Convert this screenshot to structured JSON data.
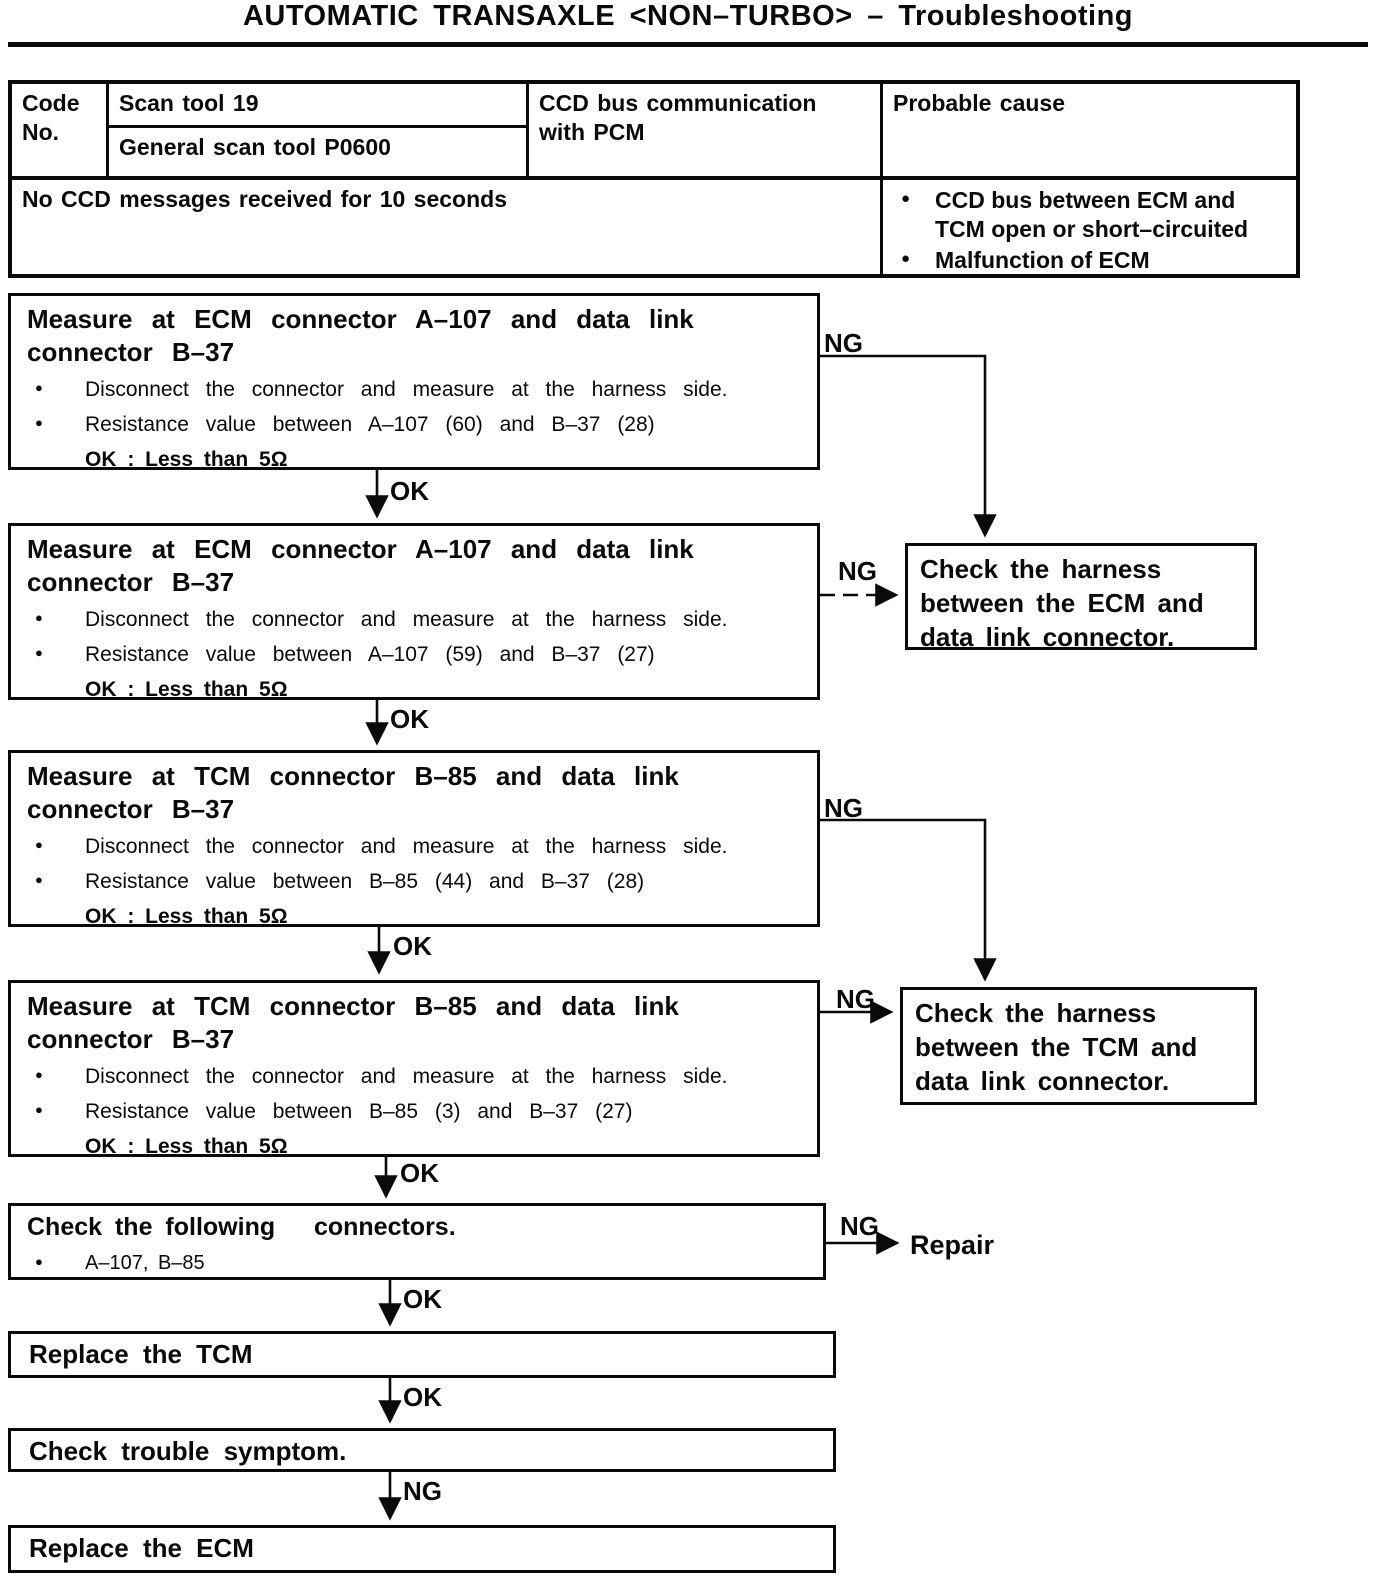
{
  "page": {
    "title": "AUTOMATIC TRANSAXLE <NON–TURBO> – Troubleshooting"
  },
  "dtc_table": {
    "code_label": "Code No.",
    "scan_tool": "Scan tool 19",
    "general_scan_tool": "General scan tool P0600",
    "description": "CCD bus communication with PCM",
    "probable_cause_header": "Probable cause",
    "condition": "No CCD messages received for 10 seconds",
    "probable_causes": [
      "CCD bus between ECM and TCM open or short–circuited",
      "Malfunction of ECM"
    ]
  },
  "flowchart": {
    "labels": {
      "ok": "OK",
      "ng": "NG"
    },
    "steps": [
      {
        "title": "Measure at ECM connector A–107 and data link connector B–37",
        "bullets": [
          "Disconnect the connector and measure at the harness side.",
          "Resistance value between A–107 (60) and B–37 (28)"
        ],
        "ok_condition": "OK : Less than 5Ω"
      },
      {
        "title": "Measure at ECM connector A–107 and data link connector B–37",
        "bullets": [
          "Disconnect the connector and measure at the harness side.",
          "Resistance value between A–107 (59) and B–37 (27)"
        ],
        "ok_condition": "OK : Less than 5Ω"
      },
      {
        "title": "Measure at TCM connector B–85 and data link connector B–37",
        "bullets": [
          "Disconnect the connector and measure at the harness side.",
          "Resistance value between B–85 (44) and B–37 (28)"
        ],
        "ok_condition": "OK : Less than 5Ω"
      },
      {
        "title": "Measure at TCM connector B–85 and data link connector B–37",
        "bullets": [
          "Disconnect the connector and measure at the harness side.",
          "Resistance value between B–85 (3) and B–37 (27)"
        ],
        "ok_condition": "OK : Less than 5Ω"
      }
    ],
    "check_connectors": {
      "title": "Check the following   connectors.",
      "bullet": "A–107, B–85"
    },
    "harness_ecm": "Check the harness between the ECM and data link connector.",
    "harness_tcm": "Check the harness between the TCM and data link connector.",
    "repair": "Repair",
    "replace_tcm": "Replace the TCM",
    "check_symptom": "Check trouble symptom.",
    "replace_ecm": "Replace the ECM"
  }
}
